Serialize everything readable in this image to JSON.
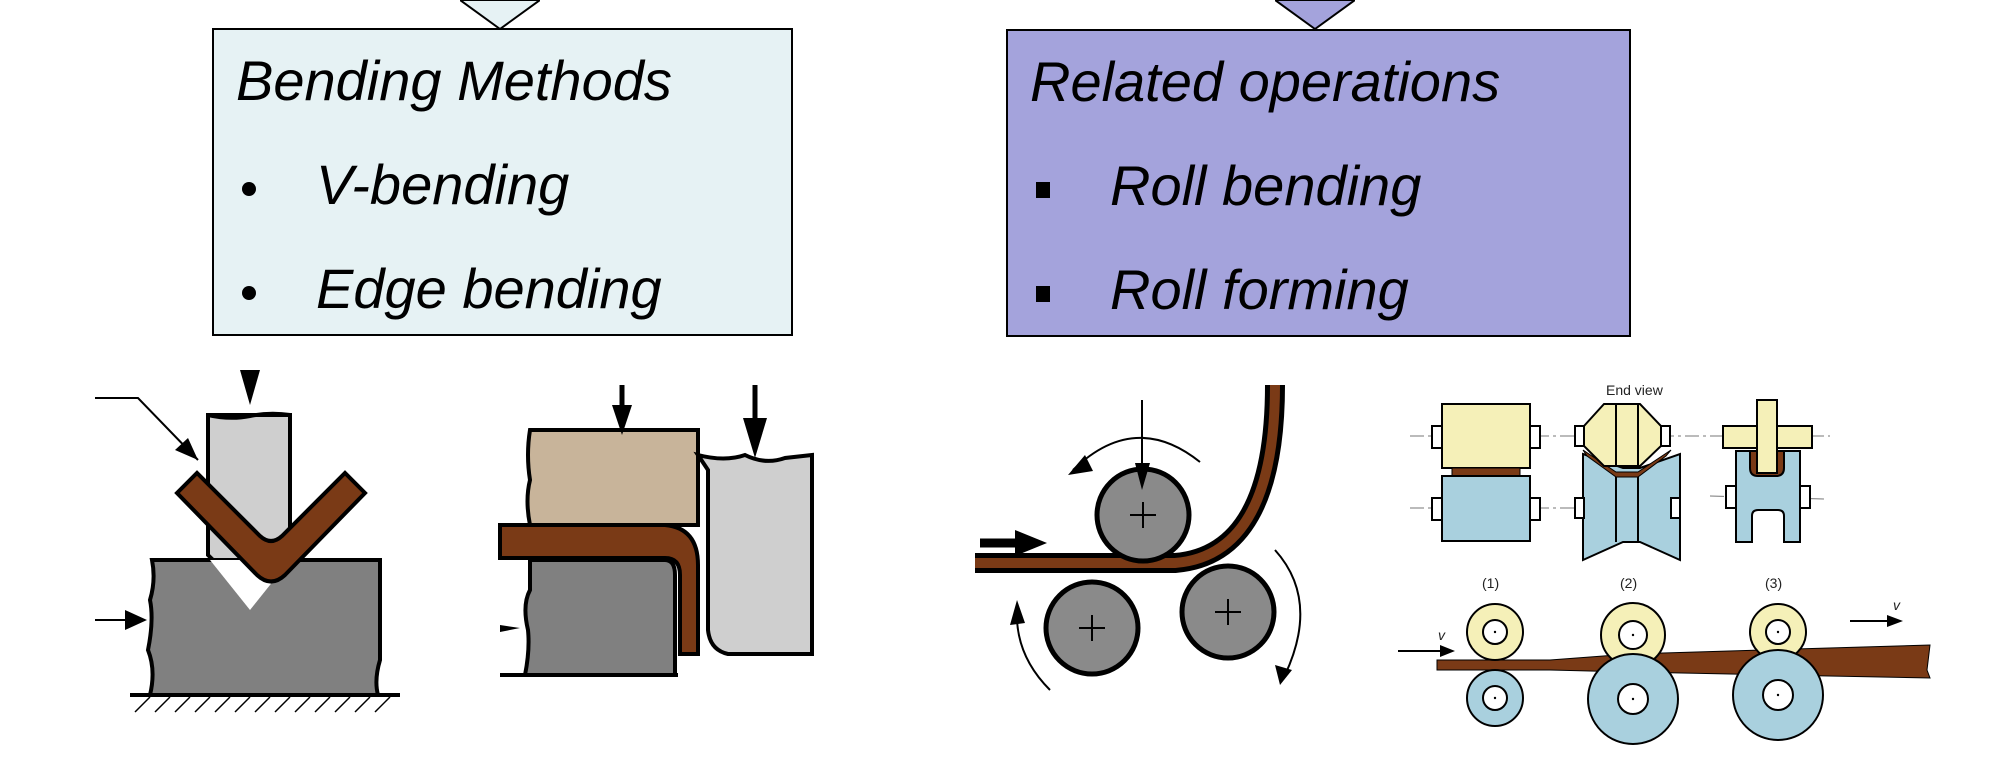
{
  "left_box": {
    "title": "Bending Methods",
    "bullet_style": "round",
    "items": [
      "V-bending",
      "Edge bending"
    ],
    "background": "#e6f2f4"
  },
  "right_box": {
    "title": "Related operations",
    "bullet_style": "square",
    "items": [
      "Roll bending",
      "Roll forming"
    ],
    "background": "#a4a3dc"
  },
  "figures": {
    "v_bending": {
      "name": "V-bending diagram"
    },
    "edge_bending": {
      "name": "Edge bending diagram"
    },
    "roll_bending": {
      "name": "Roll bending diagram"
    },
    "roll_forming": {
      "end_view_label": "End view",
      "stage_labels": [
        "(1)",
        "(2)",
        "(3)"
      ],
      "velocity_in_label": "v",
      "velocity_out_label": "v"
    }
  },
  "colors": {
    "workpiece": "#7a3a16",
    "punch": "#cfcfcf",
    "die": "#808080",
    "pad": "#c8b49a",
    "roll_top": "#f5f0b8",
    "roll_bottom": "#a9d0de",
    "roller_gray": "#8a8a8a"
  }
}
